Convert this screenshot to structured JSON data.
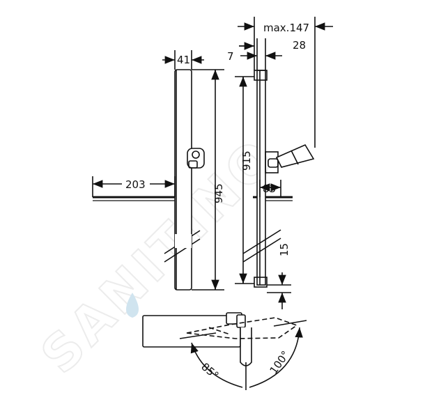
{
  "watermark": "SANITINO",
  "dimensions": {
    "max_projection": "max.147",
    "wall_offset": "28",
    "rail_gap": "7",
    "rail_width": "41",
    "rail_height_total": "945",
    "rail_height_inner": "915",
    "shelf_length": "203",
    "slider_width": "83",
    "bottom_offset": "15",
    "angle_left": "85°",
    "angle_right": "100°"
  },
  "colors": {
    "line": "#111111",
    "watermark": "#ececec",
    "accent_drop": "#d0e4ef"
  }
}
